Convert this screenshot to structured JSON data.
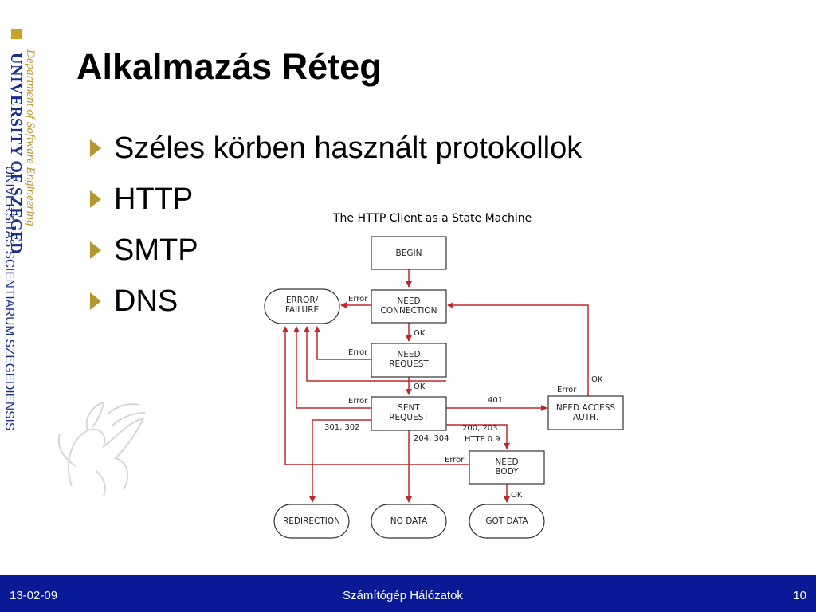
{
  "sidebar": {
    "university": "UNIVERSITY OF SZEGED",
    "motto": "UNIVERSITAS SCIENTIARUM SZEGEDIENSIS",
    "department": "Department of Software Engineering"
  },
  "slide": {
    "title": "Alkalmazás Réteg",
    "bullets": [
      "Széles körben használt protokollok",
      "HTTP",
      "SMTP",
      "DNS"
    ]
  },
  "diagram": {
    "title": "The HTTP Client as a State Machine",
    "nodes": {
      "begin": [
        "BEGIN"
      ],
      "need_connection": [
        "NEED",
        "CONNECTION"
      ],
      "need_request": [
        "NEED",
        "REQUEST"
      ],
      "sent_request": [
        "SENT",
        "REQUEST"
      ],
      "need_access_auth": [
        "NEED ACCESS",
        "AUTH."
      ],
      "need_body": [
        "NEED",
        "BODY"
      ],
      "error_failure": [
        "ERROR/",
        "FAILURE"
      ],
      "redirection": [
        "REDIRECTION"
      ],
      "no_data": [
        "NO DATA"
      ],
      "got_data": [
        "GOT DATA"
      ]
    },
    "edge_labels": {
      "error": "Error",
      "ok": "OK",
      "code_401": "401",
      "code_301_302": "301, 302",
      "code_204_304": "204, 304",
      "code_200_203": "200, 203",
      "http_09": "HTTP 0.9"
    },
    "edge_color": "#c0282c"
  },
  "footer": {
    "date": "13-02-09",
    "title": "Számítógép Hálózatok",
    "page": "10"
  },
  "theme": {
    "accent_gold": "#b8962e",
    "footer_blue": "#0a1a96",
    "sidebar_blue": "#1a2e8c"
  }
}
